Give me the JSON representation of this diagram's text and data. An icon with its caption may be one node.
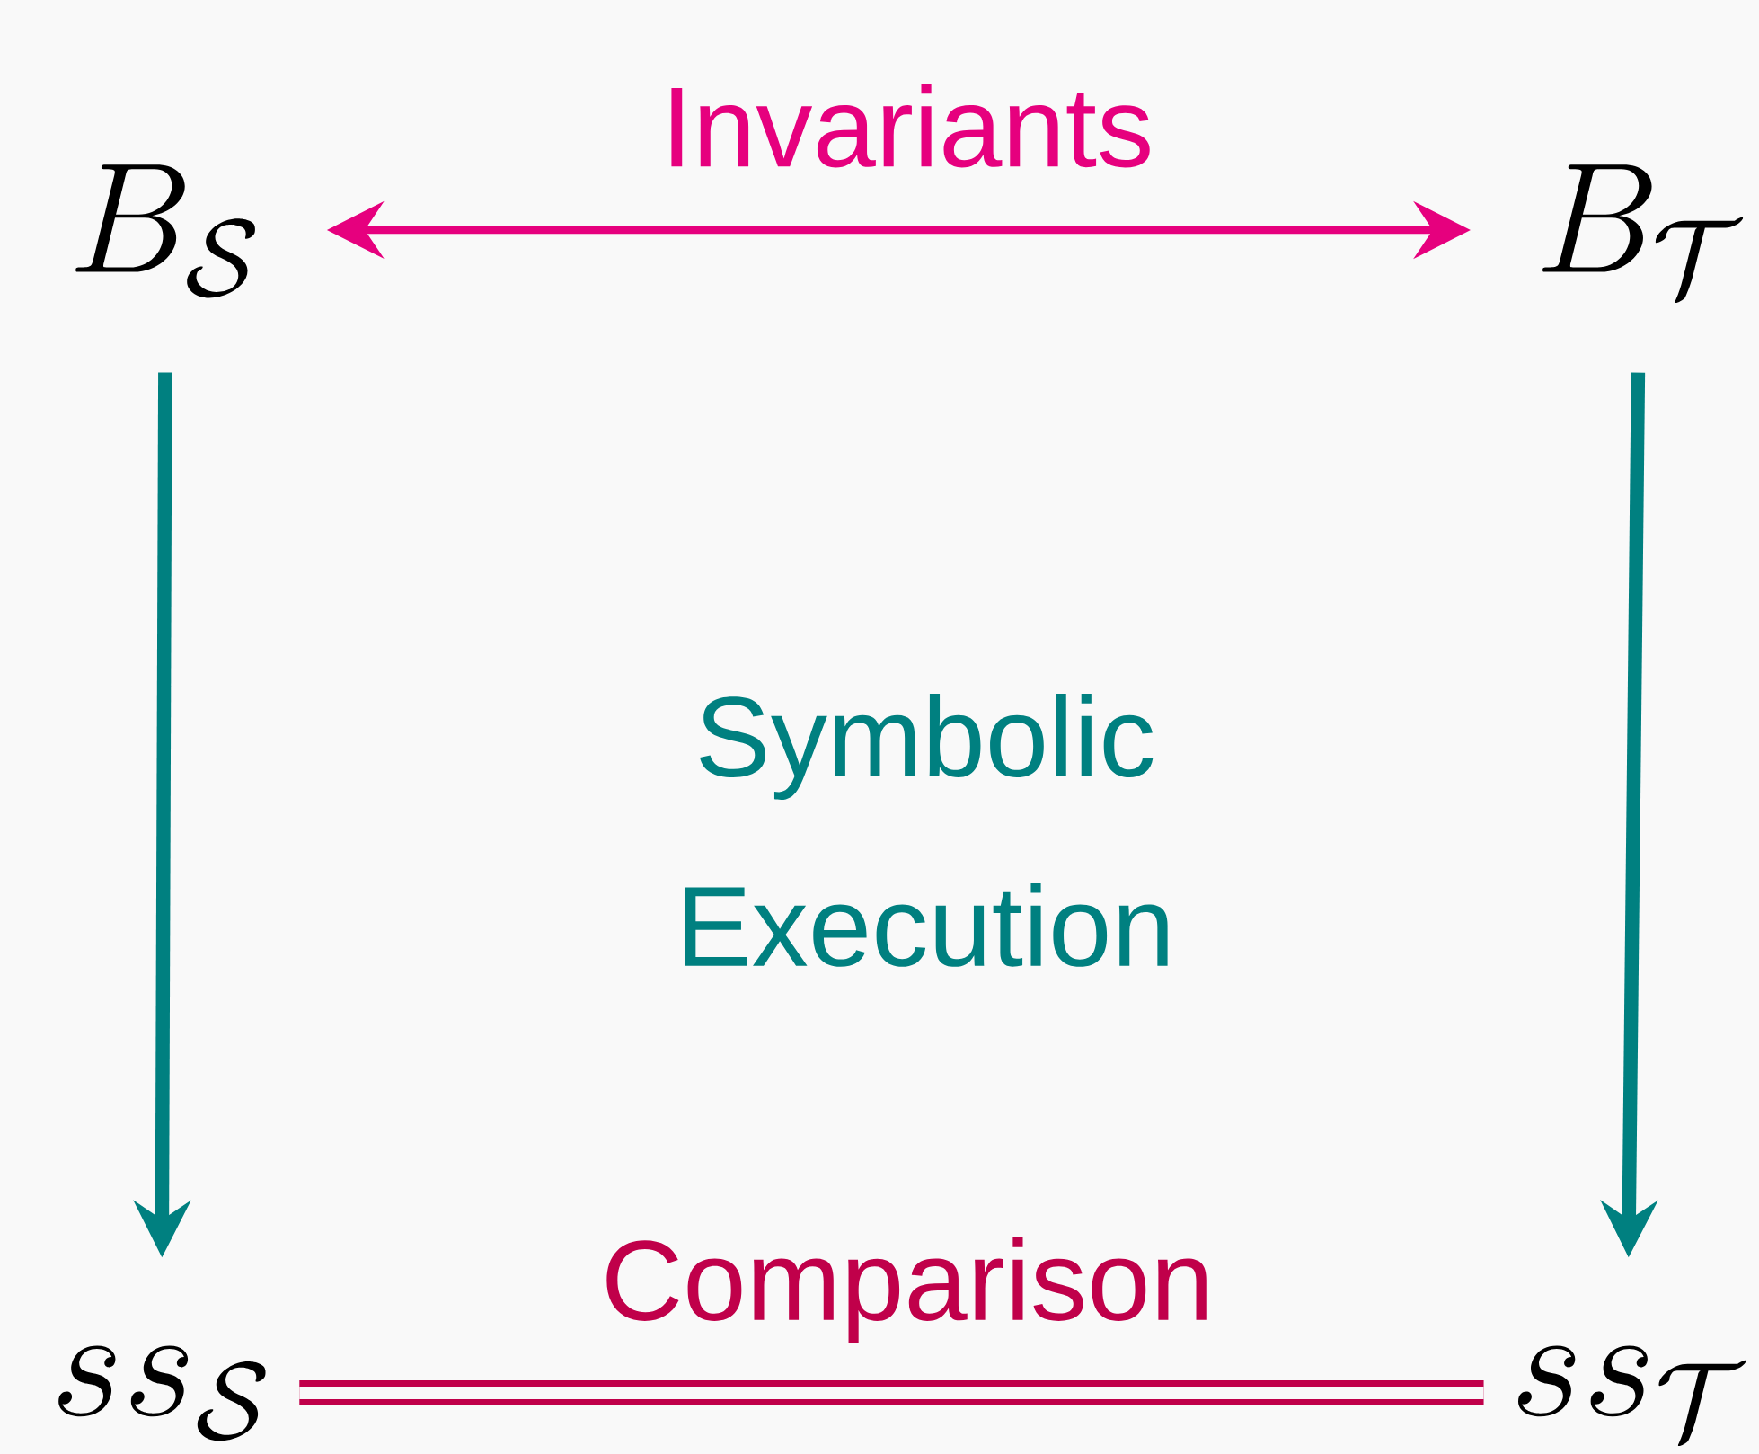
{
  "diagram": {
    "nodes": [
      {
        "text": [
          "B_{\\mathcal{S}}"
        ]
      },
      {
        "text": [
          "B_{\\mathcal{T}}"
        ]
      },
      {
        "text": [
          "ss_{\\mathcal{S}}"
        ]
      },
      {
        "text": [
          "ss_{\\mathcal{T}}"
        ]
      }
    ],
    "edges": [
      {
        "from": 0,
        "to": 1,
        "arrow": "both",
        "label": "Invariants",
        "color": "#e6007e"
      },
      {
        "from": 0,
        "to": 2,
        "arrow": "to",
        "color": "#008080"
      },
      {
        "from": 1,
        "to": 3,
        "arrow": "to",
        "color": "#008080"
      },
      {
        "from": 2,
        "to": 3,
        "arrow": "none",
        "label": "Comparison",
        "style": "thick",
        "color": "#c0004a"
      }
    ],
    "labels": [
      "Symbolic Execution"
    ]
  }
}
